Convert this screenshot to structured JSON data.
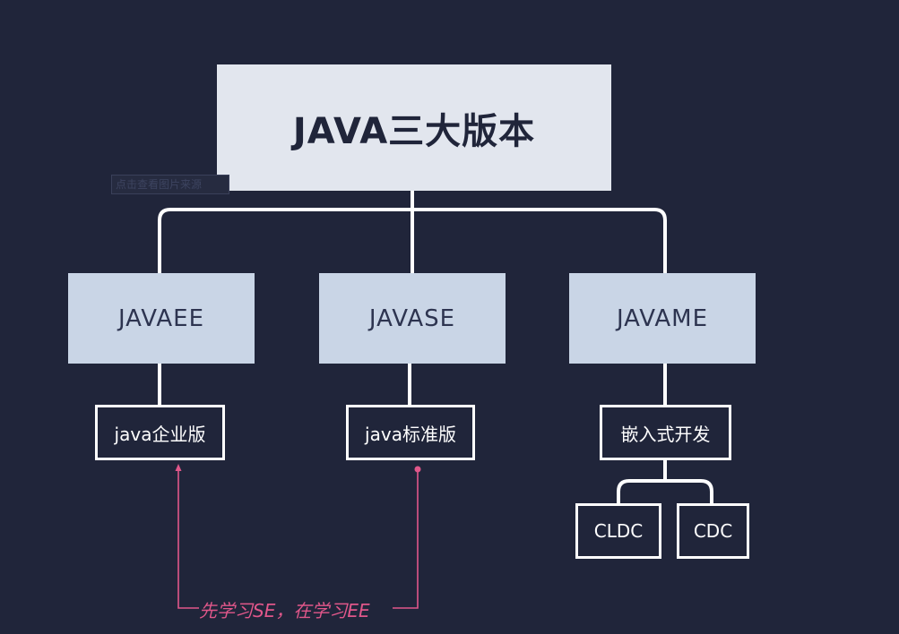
{
  "diagram": {
    "title": "JAVA三大版本",
    "watermark": "点击查看图片来源",
    "editions": [
      {
        "name": "JAVAEE",
        "description": "java企业版"
      },
      {
        "name": "JAVASE",
        "description": "java标准版"
      },
      {
        "name": "JAVAME",
        "description": "嵌入式开发",
        "children": [
          "CLDC",
          "CDC"
        ]
      }
    ],
    "annotation": "先学习SE，在学习EE"
  },
  "colors": {
    "background": "#20253a",
    "root_fill": "#e2e6ee",
    "edition_fill": "#c9d5e6",
    "connector": "#ffffff",
    "annotation": "#e0578a"
  }
}
